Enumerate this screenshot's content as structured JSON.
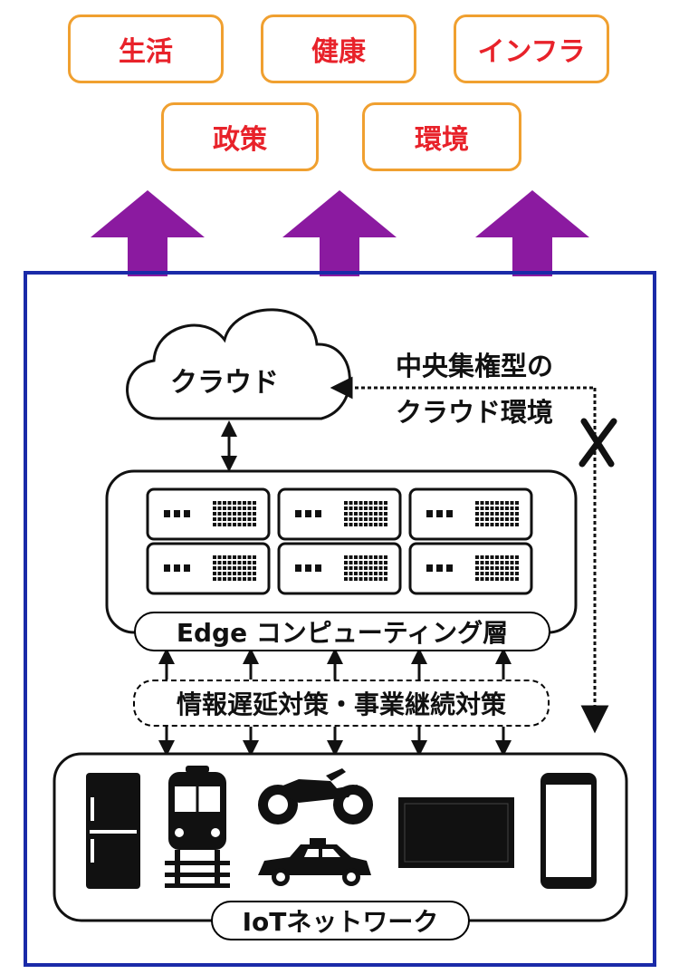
{
  "services": {
    "life": "生活",
    "health": "健康",
    "infra": "インフラ",
    "policy": "政策",
    "environment": "環境"
  },
  "cloud": {
    "label": "クラウド",
    "central_line1": "中央集権型の",
    "central_line2": "クラウド環境"
  },
  "edge": {
    "label": "Edge コンピューティング層"
  },
  "measures": {
    "label": "情報遅延対策・事業継続対策"
  },
  "iot": {
    "label": "IoTネットワーク",
    "devices": [
      "refrigerator-icon",
      "train-icon",
      "motorcycle-icon",
      "taxi-icon",
      "tv-icon",
      "smartphone-icon"
    ]
  },
  "colors": {
    "service_border": "#f0a030",
    "service_text": "#e8222a",
    "up_arrow": "#8b1aa0",
    "frame": "#1a2aa8"
  }
}
